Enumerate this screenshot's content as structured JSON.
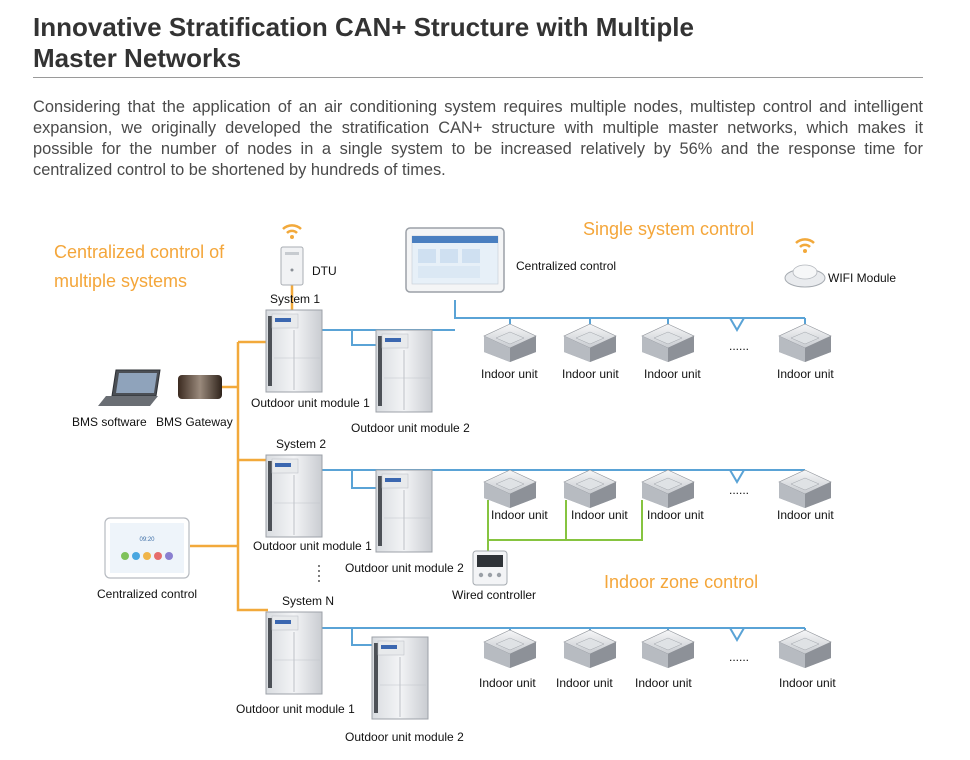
{
  "header": {
    "title_line1": "Innovative Stratification CAN+ Structure with Multiple",
    "title_line2": "Master Networks",
    "intro": "Considering that the application of an air conditioning system requires multiple nodes, multistep control and intelligent expansion, we originally developed the stratification CAN+ structure with multiple master networks, which makes it possible for the number of nodes in a single system to be increased relatively by 56% and the response time for centralized control to be shortened by hundreds of times."
  },
  "diagram": {
    "heading_centralized_line1": "Centralized control of",
    "heading_centralized_line2": "multiple systems",
    "heading_single": "Single system control",
    "heading_zone": "Indoor zone control",
    "dtu": "DTU",
    "centralized_control_top": "Centralized control",
    "wifi_module": "WIFI Module",
    "bms_software": "BMS software",
    "bms_gateway": "BMS Gateway",
    "centralized_control_left": "Centralized control",
    "wired_controller": "Wired controller",
    "ellipsis": "......",
    "tablet_time": "09:20",
    "systems": [
      {
        "name": "System 1",
        "module1": "Outdoor unit module 1",
        "module2": "Outdoor unit module 2",
        "indoor": [
          "Indoor unit",
          "Indoor unit",
          "Indoor unit",
          "Indoor unit"
        ]
      },
      {
        "name": "System 2",
        "module1": "Outdoor unit module 1",
        "module2": "Outdoor unit module 2",
        "indoor": [
          "Indoor unit",
          "Indoor unit",
          "Indoor unit",
          "Indoor unit"
        ]
      },
      {
        "name": "System N",
        "module1": "Outdoor unit module 1",
        "module2": "Outdoor unit module 2",
        "indoor": [
          "Indoor unit",
          "Indoor unit",
          "Indoor unit",
          "Indoor unit"
        ]
      }
    ]
  },
  "colors": {
    "bus_line": "#5aa3d6",
    "trunk_line": "#f2a93b",
    "zone_line": "#86c440",
    "heading_orange": "#f4a63a"
  }
}
